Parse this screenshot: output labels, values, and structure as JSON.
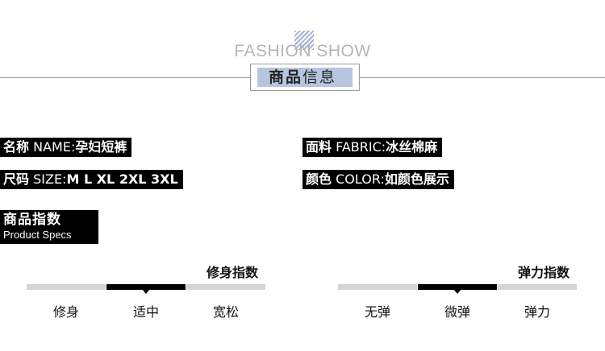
{
  "header": {
    "tagline": "FASHION SHOW",
    "title_bold": "商品",
    "title_light": "信息"
  },
  "info": {
    "name_label": "名称",
    "name_key": "NAME:",
    "name_value": "孕妇短裤",
    "fabric_label": "面料",
    "fabric_key": "FABRIC:",
    "fabric_value": "冰丝棉麻",
    "size_label": "尺码",
    "size_key": "SIZE:",
    "size_value": "M L XL 2XL 3XL",
    "color_label": "颜色",
    "color_key": "COLOR:",
    "color_value": "如颜色展示"
  },
  "specs": {
    "title_cn": "商品指数",
    "title_en": "Product Specs"
  },
  "scales": [
    {
      "title": "修身指数",
      "labels": [
        "修身",
        "适中",
        "宽松"
      ],
      "selected_index": 1
    },
    {
      "title": "弹力指数",
      "labels": [
        "无弹",
        "微弹",
        "弹力"
      ],
      "selected_index": 1
    }
  ],
  "colors": {
    "accent": "#b7c6de",
    "hatch": "#9fb2d3",
    "bar_inactive": "#d4d4d4",
    "bar_active": "#000000"
  }
}
